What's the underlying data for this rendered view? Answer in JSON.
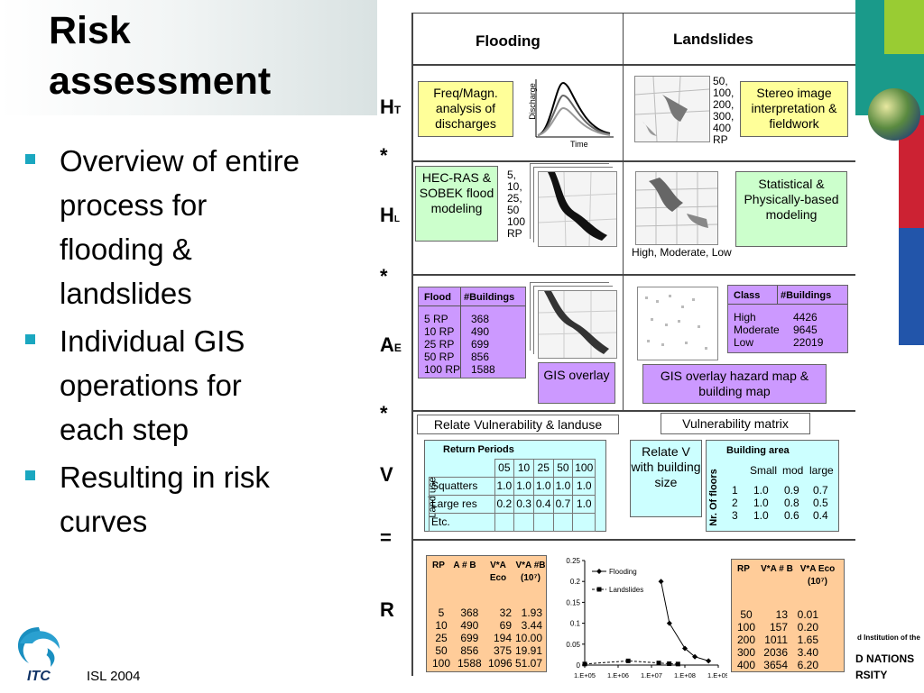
{
  "title": "Risk assessment",
  "title_line1": "Risk",
  "title_line2": "assessment",
  "bullets": [
    {
      "lines": [
        "Overview of entire",
        "process for",
        "flooding &",
        "landslides"
      ]
    },
    {
      "lines": [
        "Individual GIS",
        "operations for",
        "each step"
      ]
    },
    {
      "lines": [
        "Resulting in risk",
        "curves"
      ]
    }
  ],
  "footer": "ISL 2004",
  "logo_text": "ITC",
  "partner_lines": [
    "d Institution of the",
    "D NATIONS",
    "RSITY"
  ],
  "colors": {
    "accent": "#1aa7c0",
    "yellow": "#ffff99",
    "green": "#ccffcc",
    "purple": "#cc99ff",
    "cyan": "#ccffff",
    "peach": "#ffcc99",
    "strip_teal": "#1a9a8a",
    "strip_green": "#99cc33",
    "strip_red": "#cc2233",
    "strip_blue": "#2255aa"
  },
  "diagram": {
    "col_flooding": "Flooding",
    "col_landslides": "Landslides",
    "ops": {
      "ht": "H",
      "ht_sub": "T",
      "star1": "*",
      "hl": "H",
      "hl_sub": "L",
      "star2": "*",
      "ae": "A",
      "ae_sub": "E",
      "star3": "*",
      "v": "V",
      "eq": "=",
      "r": "R"
    },
    "freq_box": "Freq/Magn. analysis of discharges",
    "discharge_label": "Discharge",
    "time_label": "Time",
    "ls_rp": [
      "50,",
      "100,",
      "200,",
      "300,",
      "400",
      "RP"
    ],
    "stereo_box": "Stereo image interpretation & fieldwork",
    "hecras_box": "HEC-RAS & SOBEK flood modeling",
    "flood_rp": [
      "5,",
      "10,",
      "25,",
      "50",
      "100",
      "RP"
    ],
    "ls_classes": "High, Moderate, Low",
    "statistical_box": "Statistical & Physically-based modeling",
    "flood_table": {
      "headers": [
        "Flood",
        "#Buildings"
      ],
      "rows": [
        [
          "5 RP",
          "368"
        ],
        [
          "10 RP",
          "490"
        ],
        [
          "25 RP",
          "699"
        ],
        [
          "50 RP",
          "856"
        ],
        [
          "100 RP",
          "1588"
        ]
      ]
    },
    "gis_overlay_box": "GIS overlay",
    "ls_table": {
      "headers": [
        "Class",
        "#Buildings"
      ],
      "rows": [
        [
          "High",
          "4426"
        ],
        [
          "Moderate",
          "9645"
        ],
        [
          "Low",
          "22019"
        ]
      ]
    },
    "gis_overlay_hazard_box": "GIS overlay hazard map & building map",
    "relate_vuln_box": "Relate Vulnerability & landuse",
    "vuln_matrix_box": "Vulnerability matrix",
    "return_periods_table": {
      "title": "Return Periods",
      "side_label": "Land use",
      "cols": [
        "05",
        "10",
        "25",
        "50",
        "100"
      ],
      "rows": [
        {
          "name": "Squatters",
          "vals": [
            "1.0",
            "1.0",
            "1.0",
            "1.0",
            "1.0"
          ]
        },
        {
          "name": "Large res",
          "vals": [
            "0.2",
            "0.3",
            "0.4",
            "0.7",
            "1.0"
          ]
        },
        {
          "name": "Etc.",
          "vals": [
            "",
            "",
            "",
            "",
            ""
          ]
        }
      ]
    },
    "relate_v_box": "Relate V with building size",
    "building_area_table": {
      "title": "Building area",
      "side_label": "Nr. Of floors",
      "cols": [
        "Small",
        "mod",
        "large"
      ],
      "rows": [
        {
          "name": "1",
          "vals": [
            "1.0",
            "0.9",
            "0.7"
          ]
        },
        {
          "name": "2",
          "vals": [
            "1.0",
            "0.8",
            "0.5"
          ]
        },
        {
          "name": "3",
          "vals": [
            "1.0",
            "0.6",
            "0.4"
          ]
        }
      ]
    },
    "risk_table_flood": {
      "headers": [
        "RP",
        "A # B",
        "V*A Eco",
        "V*A #B (10⁷)"
      ],
      "rows": [
        [
          "5",
          "368",
          "32",
          "1.93"
        ],
        [
          "10",
          "490",
          "69",
          "3.44"
        ],
        [
          "25",
          "699",
          "194",
          "10.00"
        ],
        [
          "50",
          "856",
          "375",
          "19.91"
        ],
        [
          "100",
          "1588",
          "1096",
          "51.07"
        ]
      ]
    },
    "risk_table_ls": {
      "headers": [
        "RP",
        "V*A # B",
        "V*A Eco (10⁷)"
      ],
      "rows": [
        [
          "50",
          "13",
          "0.01"
        ],
        [
          "100",
          "157",
          "0.20"
        ],
        [
          "200",
          "1011",
          "1.65"
        ],
        [
          "300",
          "2036",
          "3.40"
        ],
        [
          "400",
          "3654",
          "6.20"
        ]
      ]
    }
  },
  "chart_data": {
    "type": "line",
    "title": "",
    "xlabel": "",
    "ylabel": "",
    "x_ticks": [
      "1.E+05",
      "1.E+06",
      "1.E+07",
      "1.E+08",
      "1.E+09"
    ],
    "y_ticks": [
      "0",
      "0.05",
      "0.1",
      "0.15",
      "0.2",
      "0.25"
    ],
    "ylim": [
      0,
      0.25
    ],
    "x_scale": "log",
    "xlim": [
      100000,
      1000000000
    ],
    "legend": "top-left",
    "series": [
      {
        "name": "Flooding",
        "style": "solid-diamond",
        "x": [
          19300000,
          34400000,
          100000000,
          199100000,
          510700000
        ],
        "y": [
          0.2,
          0.1,
          0.04,
          0.02,
          0.01
        ]
      },
      {
        "name": "Landslides",
        "style": "dashed-square",
        "x": [
          100000,
          2000000,
          16500000,
          34000000,
          62000000
        ],
        "y": [
          0.0025,
          0.01,
          0.005,
          0.0033,
          0.0025
        ]
      }
    ]
  }
}
